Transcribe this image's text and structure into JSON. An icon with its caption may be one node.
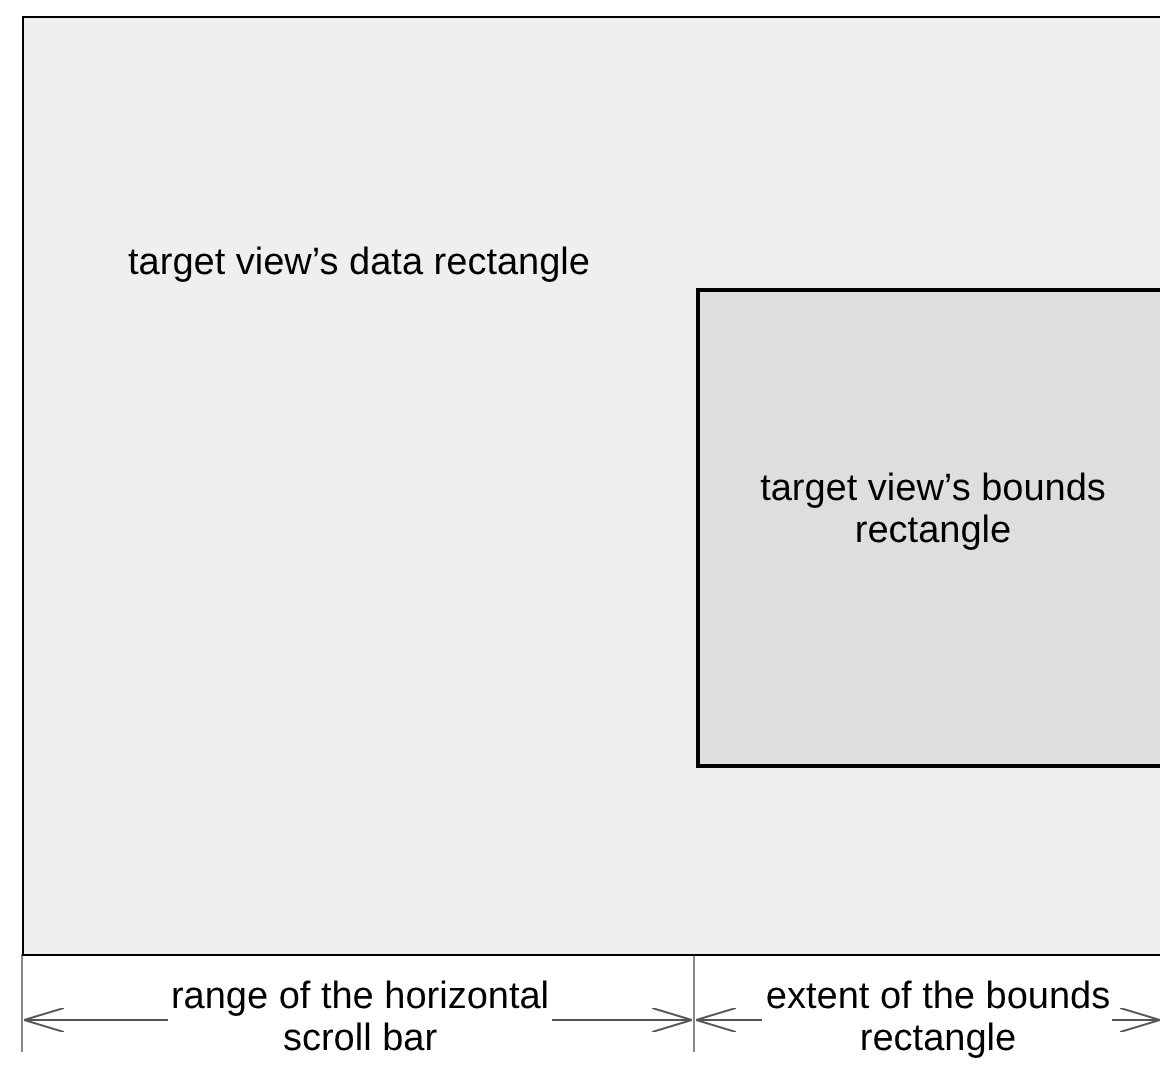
{
  "diagram": {
    "nodes": [
      {
        "text": [
          "target view’s data rectangle"
        ]
      },
      {
        "text": [
          "target view’s bounds rectangle"
        ],
        "in": 0
      }
    ],
    "labels": [
      "range of the horizontal scroll bar",
      "extent of the bounds rectangle"
    ]
  }
}
